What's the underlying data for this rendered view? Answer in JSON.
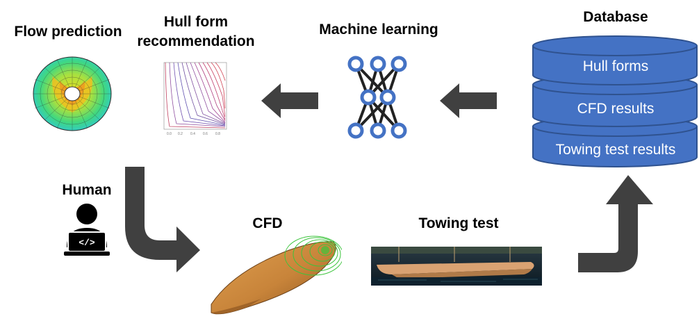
{
  "labels": {
    "flow_prediction": "Flow prediction",
    "hull_form_line1": "Hull form",
    "hull_form_line2": "recommendation",
    "machine_learning": "Machine learning",
    "database": "Database",
    "human": "Human",
    "cfd": "CFD",
    "towing_test": "Towing test"
  },
  "database_items": [
    "Hull forms",
    "CFD results",
    "Towing test results"
  ],
  "colors": {
    "database_blue": "#4472c4",
    "database_edge": "#2f528f",
    "arrow_gray": "#404040",
    "nn_node_blue": "#4472c4",
    "hull_orange": "#c8843a",
    "contour_green": "#3cc43c"
  },
  "icons": {
    "human": "person-laptop-code-icon",
    "network": "neural-network-icon",
    "flow": "flow-contour-disk-icon",
    "hull_plot": "hull-lines-plot-icon",
    "cfd": "ship-hull-cfd-icon",
    "towing": "towing-tank-photo-icon"
  }
}
